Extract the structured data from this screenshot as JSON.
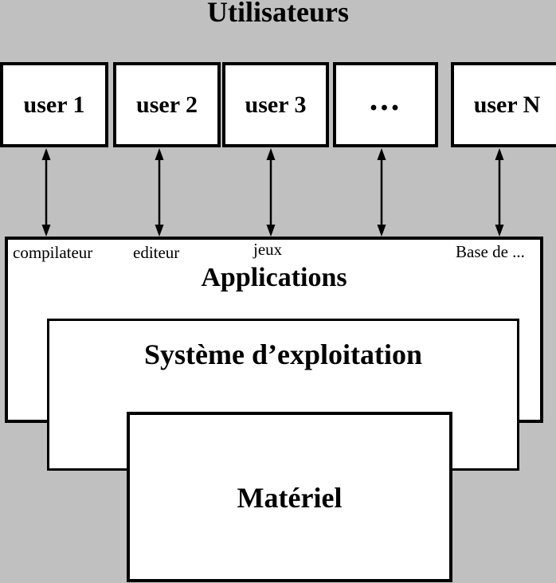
{
  "title": "Utilisateurs",
  "users": {
    "items": [
      {
        "label": "user 1"
      },
      {
        "label": "user 2"
      },
      {
        "label": "user 3"
      },
      {
        "label": "..."
      },
      {
        "label": "user N"
      }
    ]
  },
  "applications": {
    "title": "Applications",
    "labels": [
      {
        "text": "compilateur"
      },
      {
        "text": "editeur"
      },
      {
        "text": "jeux"
      },
      {
        "text": "Base de ..."
      }
    ]
  },
  "os": {
    "title": "Système d’exploitation"
  },
  "hardware": {
    "title": "Matériel"
  },
  "icons": [
    {
      "name": "double-arrow-icon",
      "meaning": "bidirectional link between user and applications"
    }
  ],
  "colors": {
    "background": "#c0c0c0",
    "box_background": "#ffffff",
    "border": "#000000",
    "text": "#000000"
  }
}
